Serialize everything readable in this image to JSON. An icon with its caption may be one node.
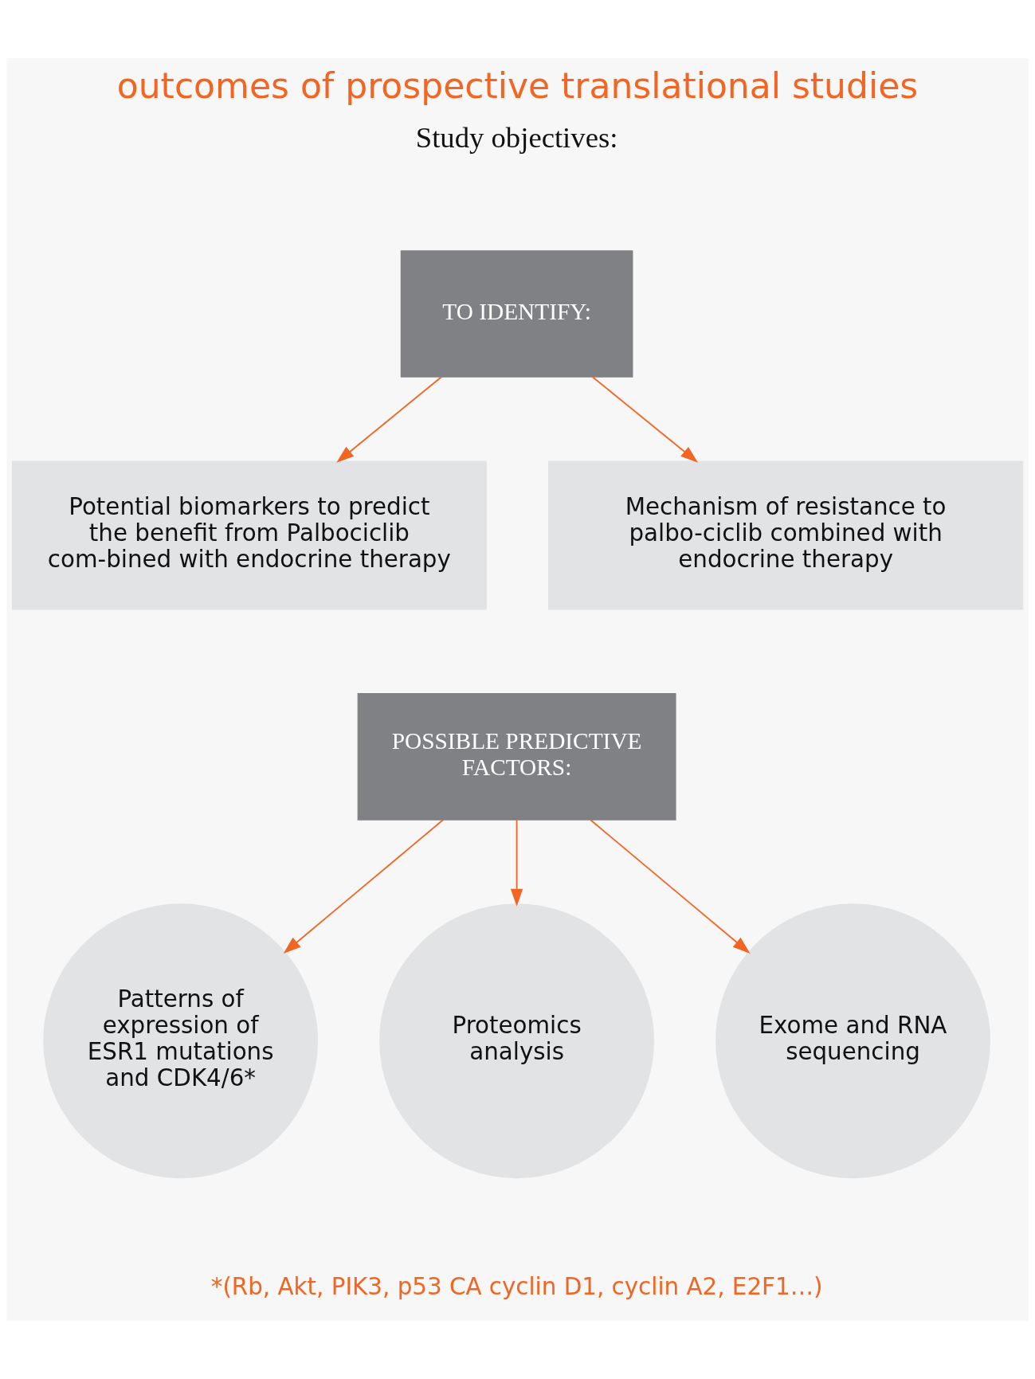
{
  "diagram": {
    "title": "outcomes of prospective translational studies",
    "nodes": [
      {
        "text": [
          "TO IDENTIFY:"
        ]
      },
      {
        "text": [
          "Potential biomarkers to predict the benefit from Palbociclib com-bined with endocrine therapy"
        ]
      },
      {
        "text": [
          "Mechanism of resistance to palbo-ciclib combined with endocrine therapy"
        ]
      },
      {
        "text": [
          "POSSIBLE PREDICTIVE FACTORS:"
        ]
      },
      {
        "text": [
          "Patterns of expression of ESR1 mutations and CDK4/6*"
        ]
      },
      {
        "text": [
          "Proteomics analysis"
        ]
      },
      {
        "text": [
          "Exome and RNA sequencing"
        ]
      }
    ],
    "edges": [
      {
        "from": 0,
        "to": 1,
        "arrow": "to"
      },
      {
        "from": 0,
        "to": 2,
        "arrow": "to"
      },
      {
        "from": 3,
        "to": 4,
        "arrow": "to"
      },
      {
        "from": 3,
        "to": 5,
        "arrow": "to"
      },
      {
        "from": 3,
        "to": 6,
        "arrow": "to"
      }
    ],
    "labels": [
      "Study objectives:",
      "*(Rb, Akt, PIK3, p53 CA cyclin D1, cyclin A2, E2F1…)"
    ]
  }
}
